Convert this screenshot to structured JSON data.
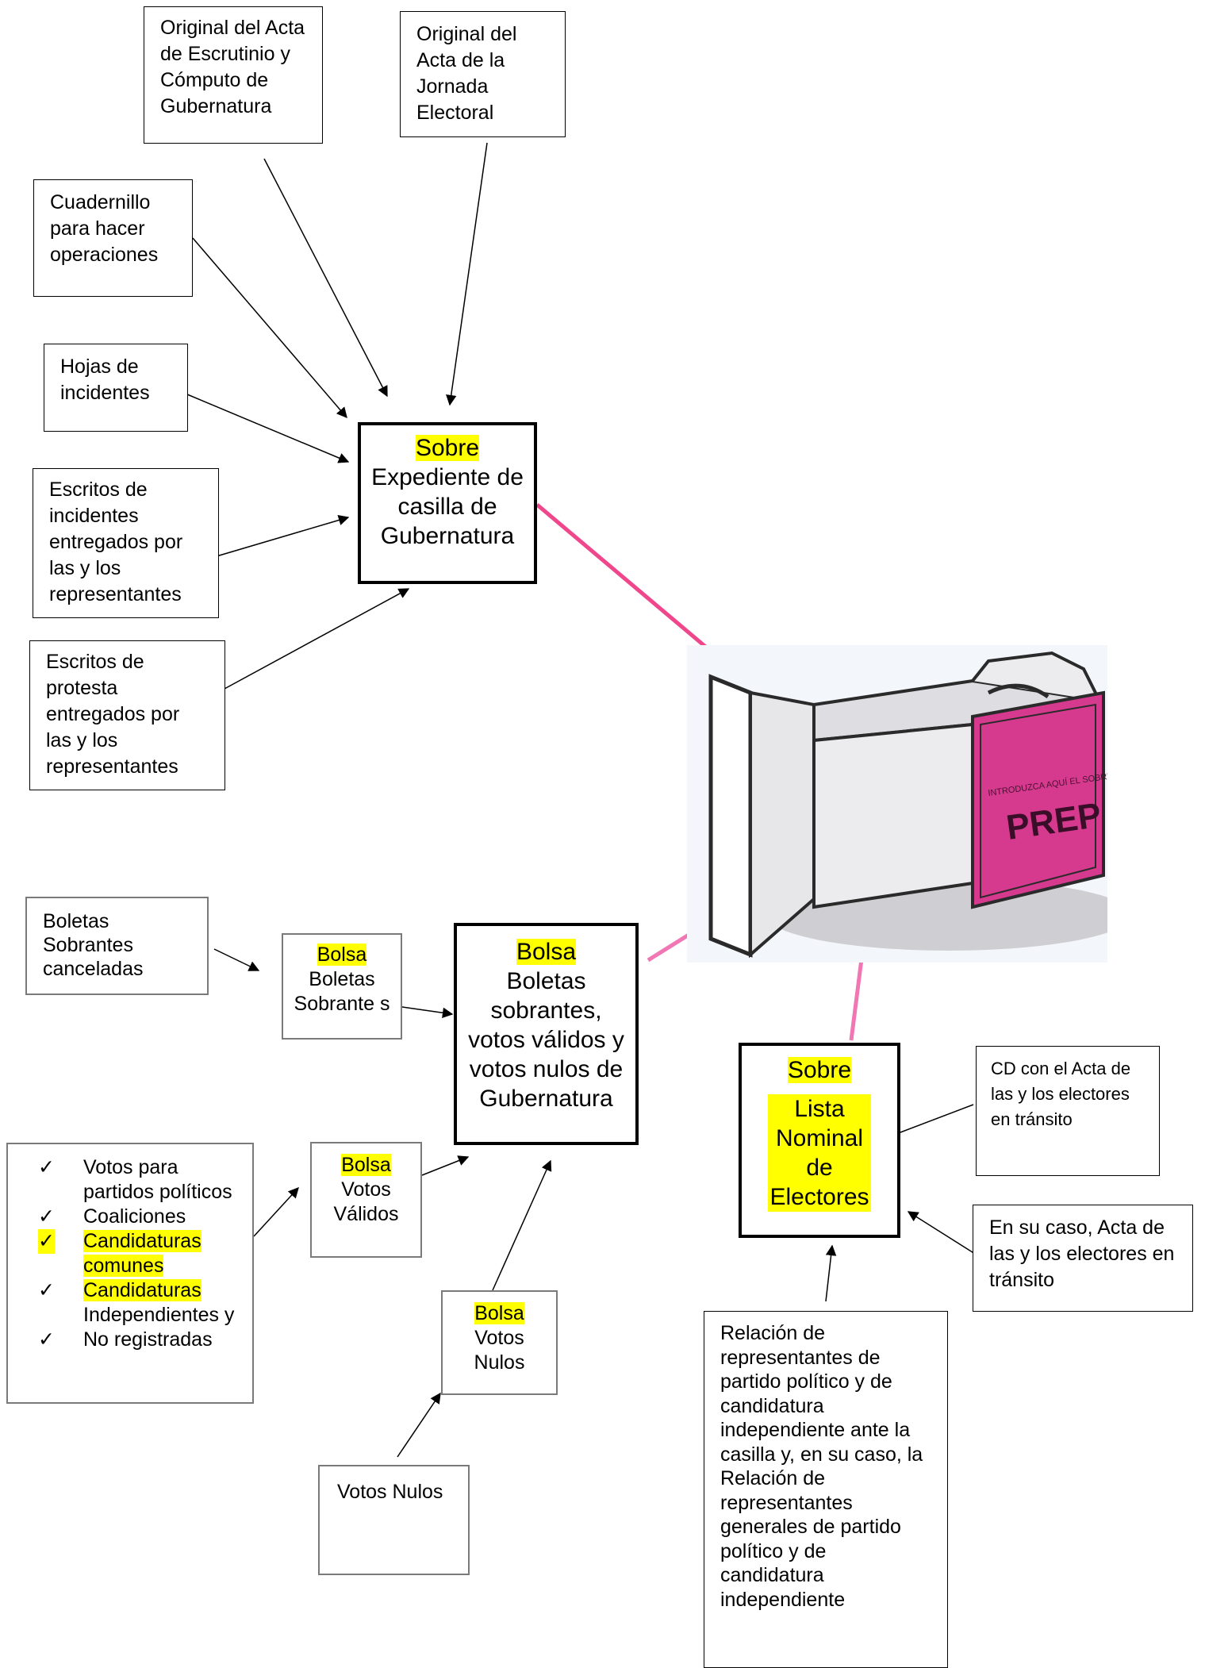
{
  "boxes": {
    "acta_escrutinio": "Original del Acta de Escrutinio y Cómputo de Gubernatura",
    "acta_jornada": "Original del Acta de la Jornada Electoral",
    "cuadernillo": "Cuadernillo para hacer operaciones",
    "hojas_incidentes": "Hojas de incidentes",
    "escritos_incidentes": "Escritos de incidentes entregados por las y los representantes",
    "escritos_protesta": "Escritos de protesta entregados por las y los representantes",
    "sobre_expediente": {
      "tag": "Sobre",
      "text": "Expediente de casilla de Gubernatura"
    },
    "boletas_sobrantes_canceladas": "Boletas Sobrantes canceladas",
    "bolsa_boletas_sobrantes": {
      "tag": "Bolsa",
      "text": "Boletas Sobrante s"
    },
    "bolsa_principal": {
      "tag": "Bolsa",
      "text": "Boletas sobrantes, votos válidos y votos nulos de Gubernatura"
    },
    "checklist": {
      "mark": "✓",
      "items": [
        {
          "text": "Votos para partidos políticos",
          "highlight": ""
        },
        {
          "text": "Coaliciones",
          "highlight": ""
        },
        {
          "text": "",
          "highlight": "Candidaturas comunes"
        },
        {
          "text": "Independientes y",
          "highlight": "Candidaturas"
        },
        {
          "text": "No registradas",
          "highlight": ""
        }
      ]
    },
    "bolsa_votos_validos": {
      "tag": "Bolsa",
      "text": "Votos Válidos"
    },
    "bolsa_votos_nulos": {
      "tag": "Bolsa",
      "text": "Votos Nulos"
    },
    "votos_nulos": "Votos Nulos",
    "sobre_lista": {
      "tag": "Sobre",
      "text": "Lista Nominal de Electores"
    },
    "cd_acta": "CD con el Acta de las y los electores en tránsito",
    "acta_transito": "En su caso, Acta de las y los electores en tránsito",
    "relacion_representantes": "Relación de representantes de partido político y de candidatura independiente ante la casilla y, en su caso, la Relación de representantes generales de partido político y de candidatura independiente"
  },
  "ballot_box": {
    "label_small": "INTRODUZCA AQUÍ EL SOBRE",
    "label_big": "PREP"
  },
  "colors": {
    "arrow_pink": "#f0468c",
    "highlight": "#ffff00",
    "prep_magenta": "#d63a8f"
  }
}
